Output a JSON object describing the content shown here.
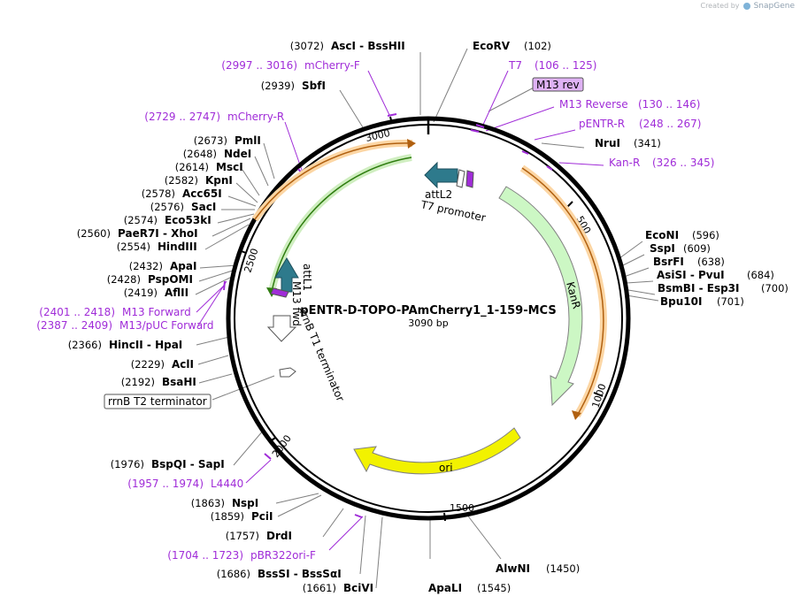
{
  "credit": {
    "prefix": "Created by",
    "brand": "SnapGene"
  },
  "plasmid": {
    "name": "pENTR-D-TOPO-PAmCherry1_1-159-MCS",
    "length": "3090 bp",
    "total_bp": 3090
  },
  "ticks": [
    "500",
    "1000",
    "1500",
    "2000",
    "2500",
    "3000"
  ],
  "features": [
    {
      "label": "attL2",
      "color": "#2e7a8c"
    },
    {
      "label": "T7 promoter",
      "color": "#ffffff"
    },
    {
      "label": "KanR",
      "color": "#ccf7c4"
    },
    {
      "label": "ori",
      "color": "#f2f200"
    },
    {
      "label": "rrnB T1 terminator",
      "color": "#ffffff"
    },
    {
      "label": "M13 fwd",
      "color": "#a02cd8"
    },
    {
      "label": "attL1",
      "color": "#2e7a8c"
    },
    {
      "label": "rrnB T2 terminator",
      "color": "#ffffff"
    },
    {
      "label": "M13 rev",
      "color": "#a02cd8"
    }
  ],
  "right_sites": [
    {
      "name": "EcoRV",
      "pos": "(102)"
    },
    {
      "name": "NruI",
      "pos": "(341)"
    },
    {
      "name": "EcoNI",
      "pos": "(596)"
    },
    {
      "name": "SspI",
      "pos": "(609)"
    },
    {
      "name": "BsrFI",
      "pos": "(638)"
    },
    {
      "name": "AsiSI - PvuI",
      "pos": "(684)"
    },
    {
      "name": "BsmBI - Esp3I",
      "pos": "(700)"
    },
    {
      "name": "Bpu10I",
      "pos": "(701)"
    },
    {
      "name": "AlwNI",
      "pos": "(1450)"
    },
    {
      "name": "ApaLI",
      "pos": "(1545)"
    }
  ],
  "right_primers": [
    {
      "name": "T7",
      "range": "(106 .. 125)"
    },
    {
      "name": "M13 Reverse",
      "range": "(130 .. 146)"
    },
    {
      "name": "pENTR-R",
      "range": "(248 .. 267)"
    },
    {
      "name": "Kan-R",
      "range": "(326 .. 345)"
    }
  ],
  "left_sites": [
    {
      "name": "AscI - BssHII",
      "pos": "(3072)"
    },
    {
      "name": "SbfI",
      "pos": "(2939)"
    },
    {
      "name": "PmlI",
      "pos": "(2673)"
    },
    {
      "name": "NdeI",
      "pos": "(2648)"
    },
    {
      "name": "MscI",
      "pos": "(2614)"
    },
    {
      "name": "KpnI",
      "pos": "(2582)"
    },
    {
      "name": "Acc65I",
      "pos": "(2578)"
    },
    {
      "name": "SacI",
      "pos": "(2576)"
    },
    {
      "name": "Eco53kI",
      "pos": "(2574)"
    },
    {
      "name": "PaeR7I - XhoI",
      "pos": "(2560)"
    },
    {
      "name": "HindIII",
      "pos": "(2554)"
    },
    {
      "name": "ApaI",
      "pos": "(2432)"
    },
    {
      "name": "PspOMI",
      "pos": "(2428)"
    },
    {
      "name": "AflII",
      "pos": "(2419)"
    },
    {
      "name": "HincII - HpaI",
      "pos": "(2366)"
    },
    {
      "name": "AclI",
      "pos": "(2229)"
    },
    {
      "name": "BsaHI",
      "pos": "(2192)"
    },
    {
      "name": "BspQI - SapI",
      "pos": "(1976)"
    },
    {
      "name": "NspI",
      "pos": "(1863)"
    },
    {
      "name": "PciI",
      "pos": "(1859)"
    },
    {
      "name": "DrdI",
      "pos": "(1757)"
    },
    {
      "name": "BssSI - BssSαI",
      "pos": "(1686)"
    },
    {
      "name": "BciVI",
      "pos": "(1661)"
    }
  ],
  "left_primers": [
    {
      "name": "mCherry-F",
      "range": "(2997 .. 3016)"
    },
    {
      "name": "mCherry-R",
      "range": "(2729 .. 2747)"
    },
    {
      "name": "M13 Forward",
      "range": "(2401 .. 2418)"
    },
    {
      "name": "M13/pUC Forward",
      "range": "(2387 .. 2409)"
    },
    {
      "name": "L4440",
      "range": "(1957 .. 1974)"
    },
    {
      "name": "pBR322ori-F",
      "range": "(1704 .. 1723)"
    }
  ]
}
